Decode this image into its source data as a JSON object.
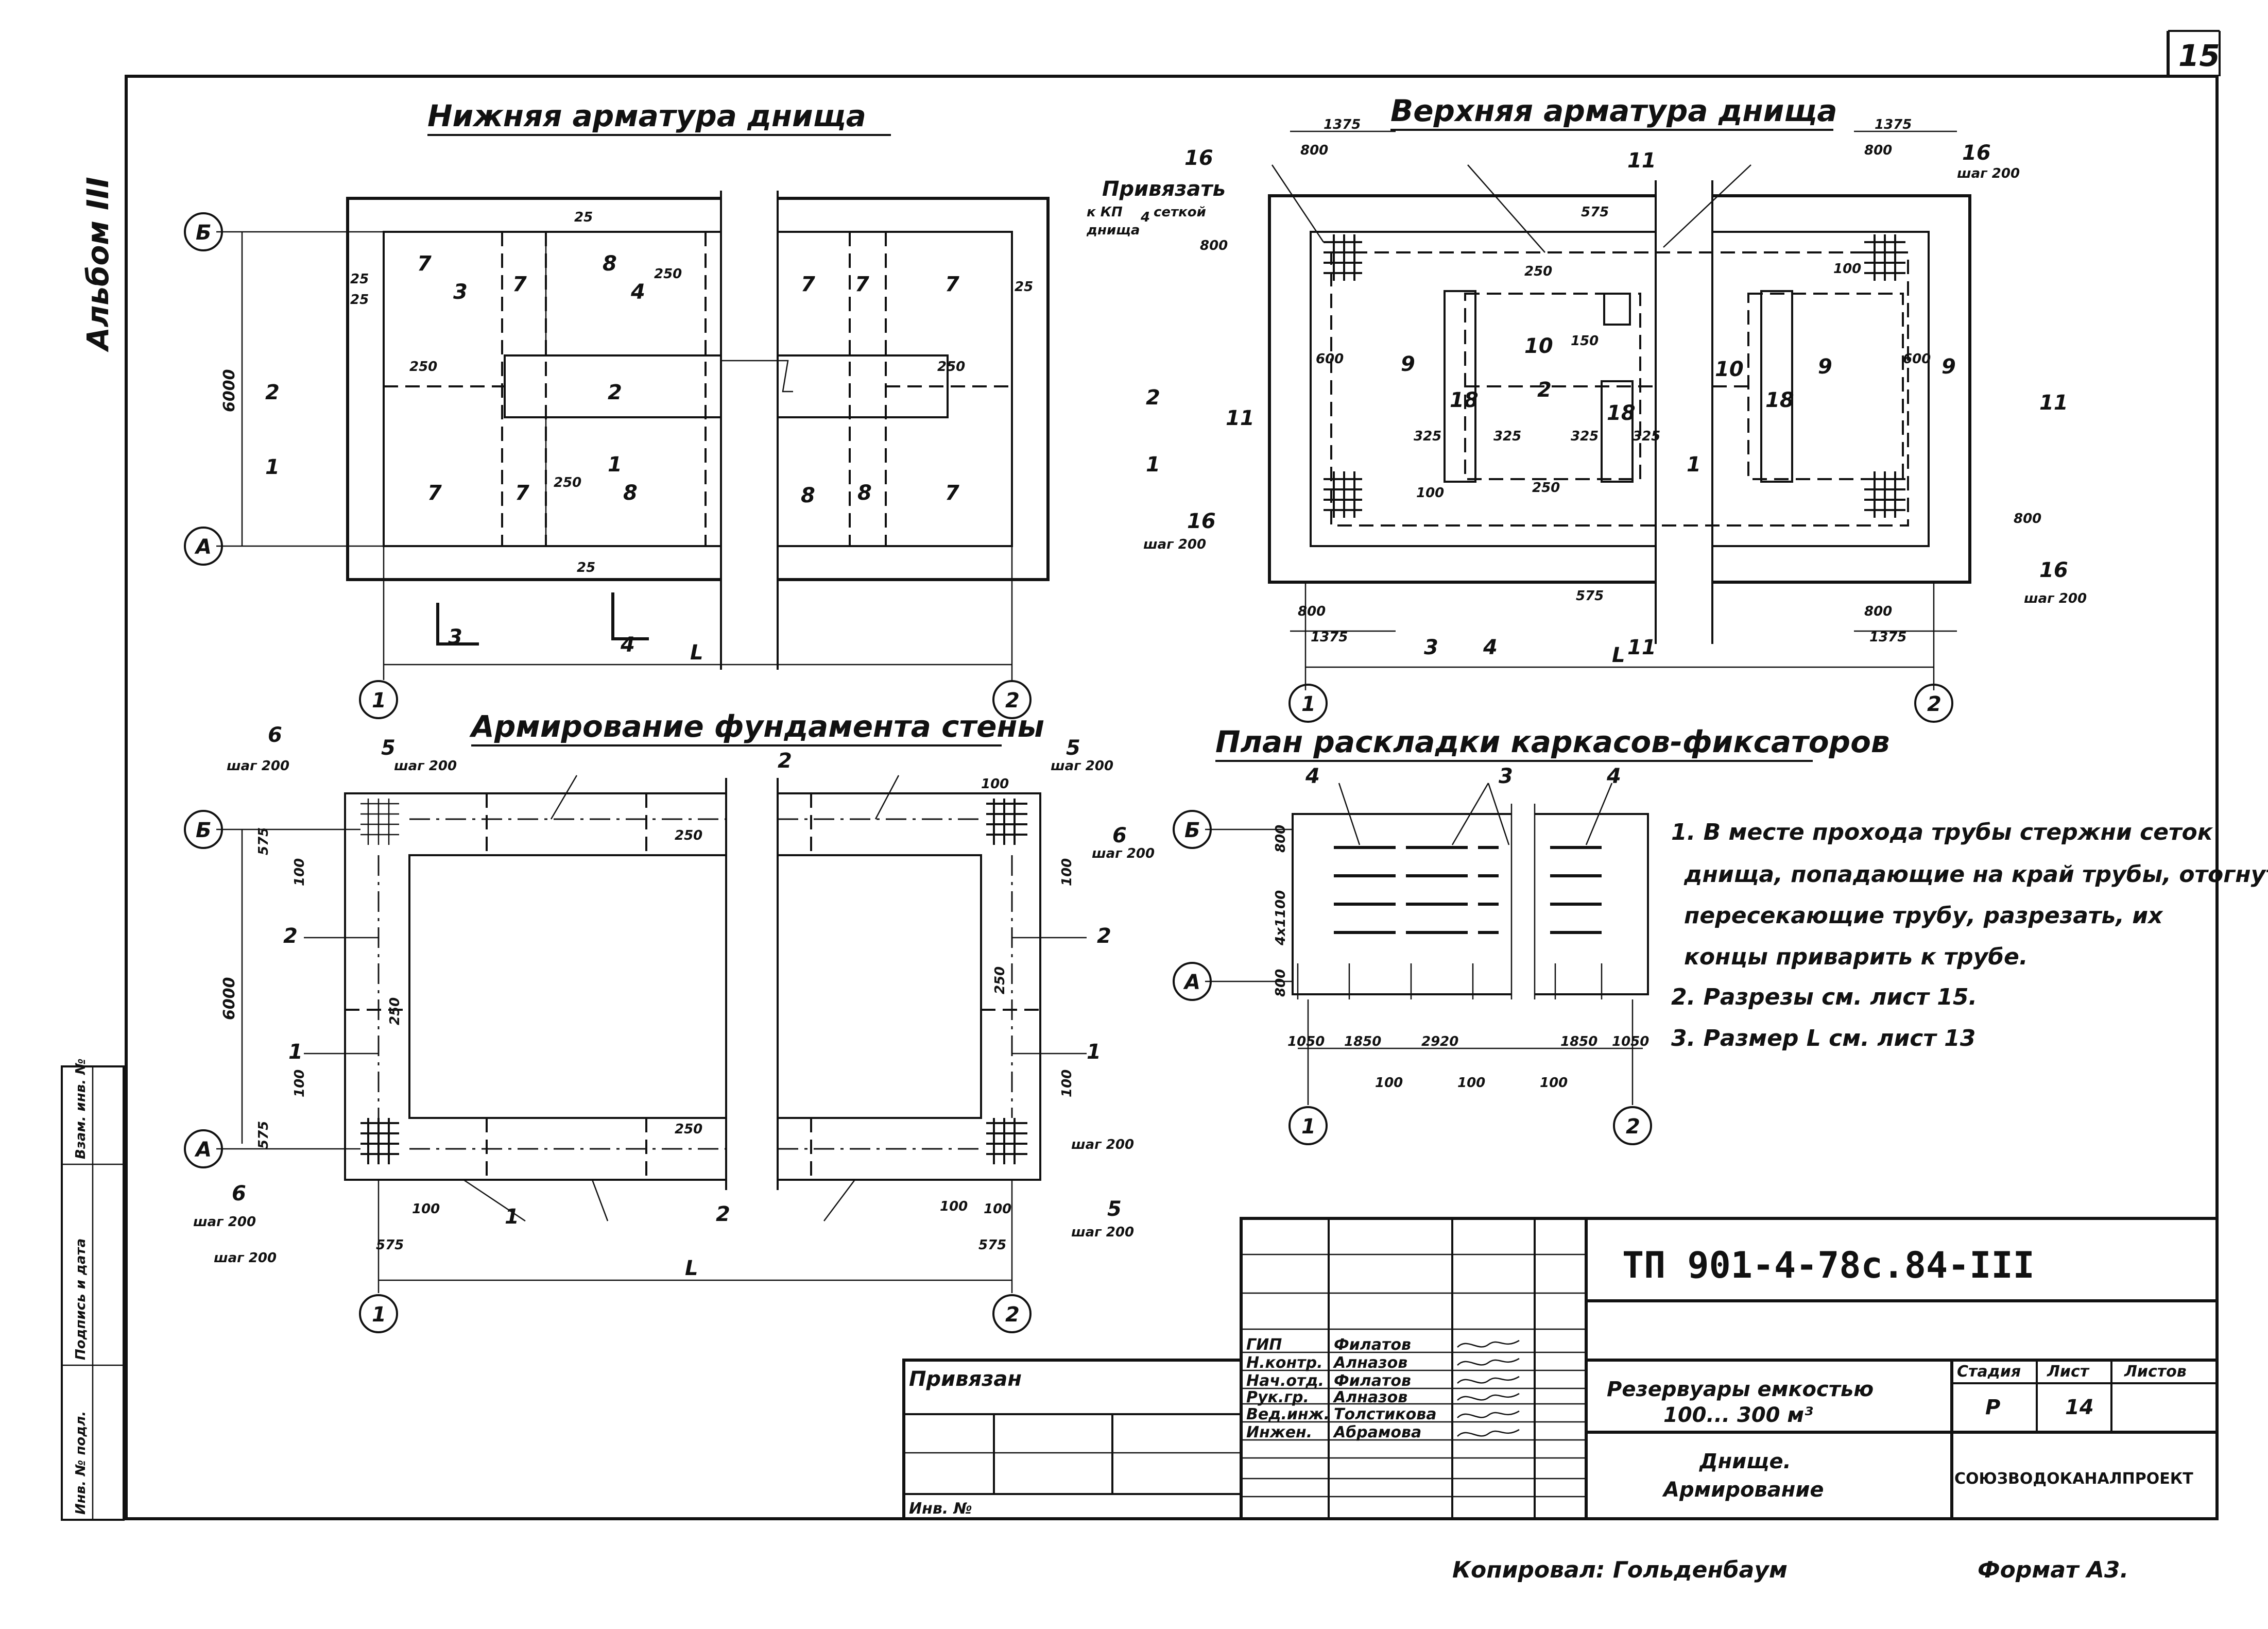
{
  "sheet": {
    "number": "15",
    "album": "Альбом III",
    "format": "Формат А3.",
    "copied_by": "Копировал: Гольденбаум"
  },
  "views": {
    "bottom": "Нижняя арматура днища",
    "top": "Верхняя арматура днища",
    "wall": "Армирование фундамента стены",
    "frames": "План раскладки каркасов-фиксаторов"
  },
  "axes": {
    "a": "А",
    "b": "Б",
    "one": "1",
    "two": "2",
    "L": "L"
  },
  "bottom_labels": {
    "marks": [
      "7",
      "7",
      "8",
      "8",
      "7",
      "7",
      "7",
      "7",
      "8",
      "8",
      "7",
      "7"
    ],
    "dims": [
      "6000",
      "25",
      "25",
      "25",
      "25",
      "250",
      "250",
      "250",
      "250",
      "25"
    ],
    "sections": [
      "3",
      "4",
      "2",
      "2",
      "1",
      "1",
      "3",
      "4"
    ]
  },
  "top_labels": {
    "marks": [
      "9",
      "10",
      "10",
      "9",
      "9",
      "11",
      "11",
      "11",
      "11",
      "18",
      "18",
      "18"
    ],
    "tie_note": [
      "Привязать",
      "к КП",
      "сеткой",
      "днища"
    ],
    "sub": "4",
    "dims": [
      "1375",
      "800",
      "1375",
      "800",
      "1375",
      "1375",
      "800",
      "800",
      "600",
      "600",
      "250",
      "150",
      "250",
      "325",
      "325",
      "325",
      "325",
      "100",
      "575",
      "575",
      "100",
      "800",
      "800"
    ],
    "pos16": "16",
    "step": "шаг 200",
    "sections": [
      "3",
      "4",
      "2",
      "2",
      "1",
      "1"
    ]
  },
  "wall_labels": {
    "marks": [
      "1",
      "1",
      "1",
      "2",
      "2",
      "2",
      "2",
      "5",
      "5",
      "5",
      "6",
      "6",
      "6"
    ],
    "step": "шаг 200",
    "dims": [
      "6000",
      "575",
      "100",
      "575",
      "100",
      "250",
      "250",
      "250",
      "250",
      "100",
      "100",
      "100",
      "100",
      "575",
      "575",
      "100",
      "100"
    ]
  },
  "frames_labels": {
    "marks": [
      "4",
      "3",
      "4"
    ],
    "dims": [
      "800",
      "4х1100",
      "800",
      "1050",
      "1850",
      "2920",
      "1850",
      "1050",
      "100",
      "100",
      "100"
    ]
  },
  "notes": [
    "1. В месте прохода трубы стержни сеток",
    "днища, попадающие на край трубы, отогнуть,",
    "пересекающие трубу, разрезать, их",
    "концы приварить к трубе.",
    "2. Разрезы см. лист 15.",
    "3. Размер L см. лист 13"
  ],
  "title_block": {
    "code": "ТП 901-4-78с.84-III",
    "privyazan": "Привязан",
    "inv": "Инв. №",
    "roles": [
      "ГИП",
      "Н.контр.",
      "Нач.отд.",
      "Рук.гр.",
      "Вед.инж.",
      "Инжен."
    ],
    "names": [
      "Филатов",
      "Алназов",
      "Филатов",
      "Алназов",
      "Толстикова",
      "Абрамова"
    ],
    "project": [
      "Резервуары емкостью",
      "100... 300 м³"
    ],
    "drawing": [
      "Днище.",
      "Армирование"
    ],
    "stage_h": "Стадия",
    "sheet_h": "Лист",
    "sheets_h": "Листов",
    "stage": "Р",
    "sheet": "14",
    "org": "СОЮЗВОДОКАНАЛПРОЕКТ"
  },
  "side_stamp": [
    "Инв. № подл.",
    "Подпись и дата",
    "Взам. инв. №"
  ]
}
